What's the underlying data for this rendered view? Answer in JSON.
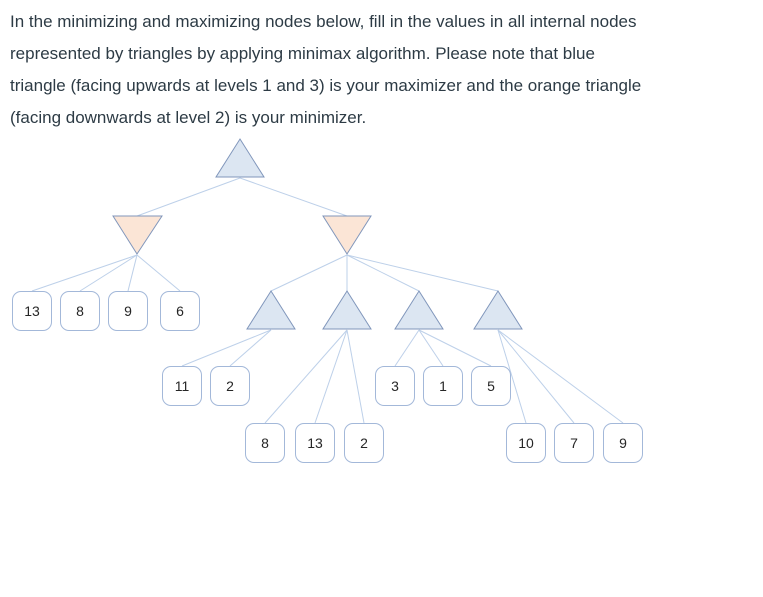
{
  "instructions": {
    "lines": [
      "In the minimizing and maximizing nodes below, fill in the values in all internal nodes",
      "represented by triangles by applying minimax algorithm. Please note that blue",
      "triangle (facing upwards at levels 1 and 3) is your maximizer and the orange triangle",
      "(facing downwards at level 2) is your minimizer."
    ],
    "text_color": "#2d3b45"
  },
  "diagram": {
    "colors": {
      "maximizer_fill": "#dce6f2",
      "minimizer_fill": "#fbe5d6",
      "node_border": "#8096bb",
      "edge_line": "#bdd0e9",
      "leaf_border": "#a3b8d9",
      "leaf_fill": "#ffffff",
      "leaf_text": "#262626"
    },
    "tree": {
      "root": {
        "id": "root",
        "role": "maximizer",
        "level": 1,
        "shape": "triangle-up",
        "value": ""
      },
      "minimizers": [
        {
          "id": "min-left",
          "role": "minimizer",
          "level": 2,
          "shape": "triangle-down",
          "value": "",
          "children": [
            "13",
            "8",
            "9",
            "6"
          ]
        },
        {
          "id": "min-right",
          "role": "minimizer",
          "level": 2,
          "shape": "triangle-down",
          "value": "",
          "children": [
            "max-1",
            "max-2",
            "max-3",
            "max-4"
          ]
        }
      ],
      "level3_maximizers": [
        {
          "id": "max-1",
          "role": "maximizer",
          "level": 3,
          "shape": "triangle-up",
          "value": "",
          "children": [
            "11",
            "2"
          ]
        },
        {
          "id": "max-2",
          "role": "maximizer",
          "level": 3,
          "shape": "triangle-up",
          "value": "",
          "children": [
            "8",
            "13",
            "2"
          ]
        },
        {
          "id": "max-3",
          "role": "maximizer",
          "level": 3,
          "shape": "triangle-up",
          "value": "",
          "children": [
            "3",
            "1",
            "5"
          ]
        },
        {
          "id": "max-4",
          "role": "maximizer",
          "level": 3,
          "shape": "triangle-up",
          "value": "",
          "children": [
            "10",
            "7",
            "9"
          ]
        }
      ],
      "leaves": {
        "min_left": [
          "13",
          "8",
          "9",
          "6"
        ],
        "max1": [
          "11",
          "2"
        ],
        "max2": [
          "8",
          "13",
          "2"
        ],
        "max3": [
          "3",
          "1",
          "5"
        ],
        "max4": [
          "10",
          "7",
          "9"
        ]
      }
    }
  }
}
